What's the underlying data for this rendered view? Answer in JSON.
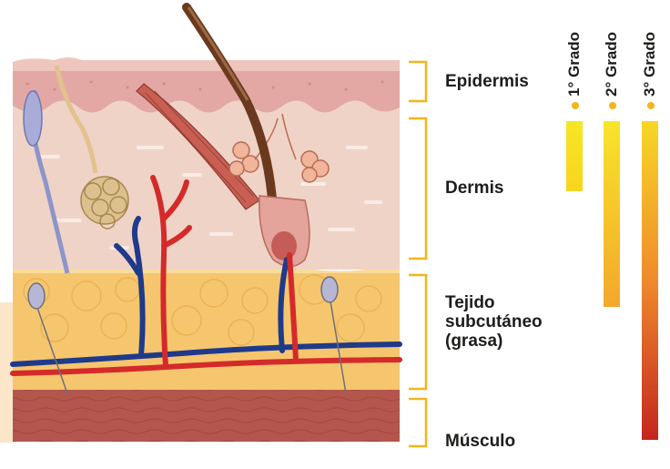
{
  "layers": {
    "epidermis": "Epidermis",
    "dermis": "Dermis",
    "subcutaneous": [
      "Tejido",
      "subcutáneo",
      "(grasa)"
    ],
    "muscle": "Músculo"
  },
  "grades": [
    {
      "label": "1° Grado",
      "depth": "Epidermis"
    },
    {
      "label": "2° Grado",
      "depth": "Dermis"
    },
    {
      "label": "3° Grado",
      "depth": "Músculo"
    }
  ],
  "colors": {
    "epidermis": "#e3a8a4",
    "dermis": "#f0d3c7",
    "fat": "#f5c66e",
    "muscle": "#b4564d",
    "artery": "#d42a2a",
    "vein": "#1f3a8a",
    "hair": "#6b3a1e",
    "bracket": "#f2b51b",
    "bar_light": "#f8e22a",
    "bar_dark": "#c3261f"
  }
}
